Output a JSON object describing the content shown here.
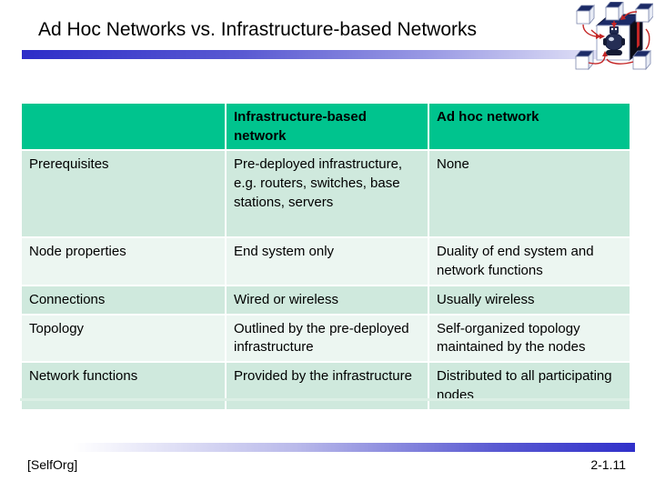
{
  "slide": {
    "title": "Ad Hoc Networks vs. Infrastructure-based Networks",
    "footer_left": "[SelfOrg]",
    "footer_right": "2-1.11"
  },
  "colors": {
    "table_header_bg": "#00c48e",
    "row_band_a": "#cfe9dd",
    "row_band_b": "#ecf6f1",
    "rule_blue": "#3030ca",
    "logo_arrow_red": "#c42626",
    "logo_cube_navy": "#1b2a66"
  },
  "logo": {
    "name": "network-cubes-logo"
  },
  "table": {
    "columns": [
      "",
      "Infrastructure-based network",
      "Ad hoc network"
    ],
    "rows": [
      {
        "label": "Prerequisites",
        "infrastructure": "Pre-deployed infrastructure, e.g. routers, switches, base stations, servers",
        "adhoc": "None"
      },
      {
        "label": "Node properties",
        "infrastructure": "End system only",
        "adhoc": "Duality of end system and network functions"
      },
      {
        "label": "Connections",
        "infrastructure": "Wired or wireless",
        "adhoc": "Usually wireless"
      },
      {
        "label": "Topology",
        "infrastructure": "Outlined by the pre-deployed infrastructure",
        "adhoc": "Self-organized topology maintained by the nodes"
      },
      {
        "label": "Network functions",
        "infrastructure": "Provided by the infrastructure",
        "adhoc": "Distributed to all participating nodes"
      }
    ]
  }
}
